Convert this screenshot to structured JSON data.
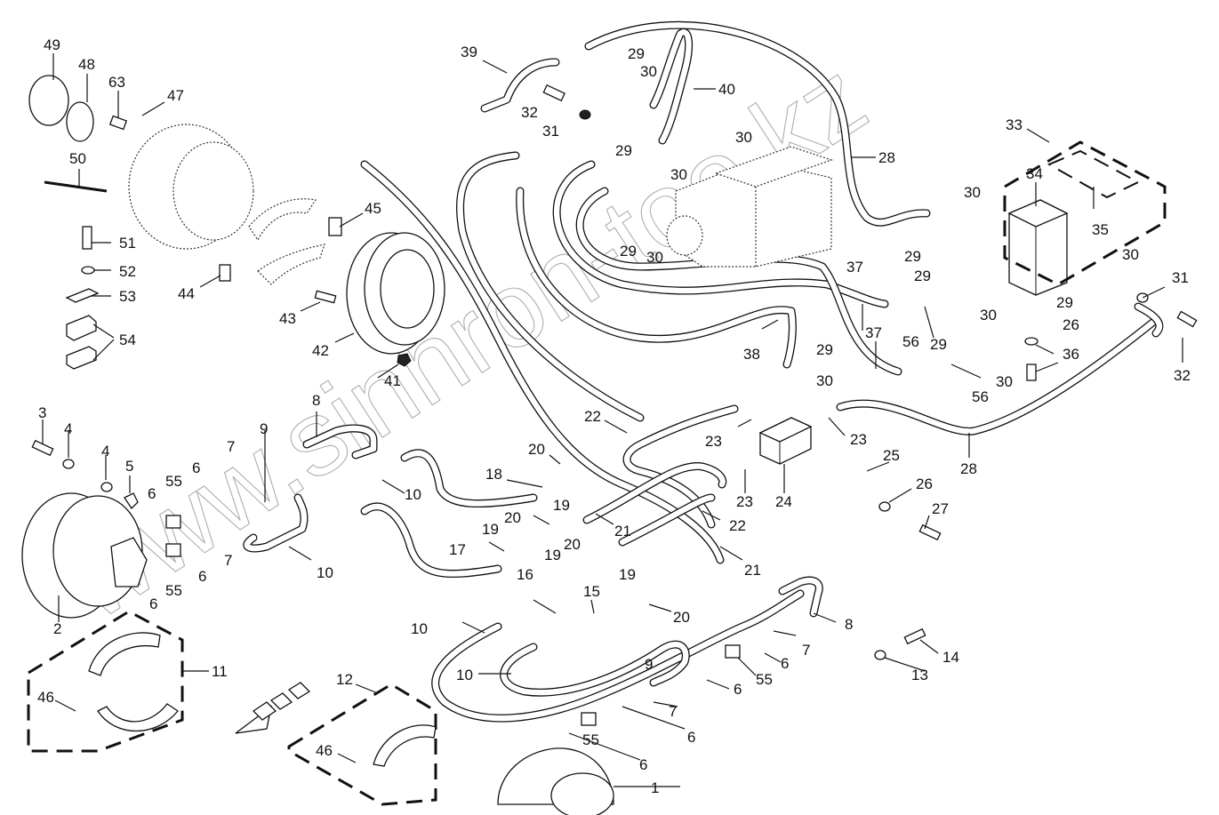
{
  "diagram": {
    "title": "Hydraulic travel motor and brake piping – exploded parts view",
    "watermark": "www.sinhron-too.kz",
    "direction_arrow": "forward-direction-arrow",
    "callouts": [
      {
        "id": "c49",
        "label": "49",
        "part": "cover"
      },
      {
        "id": "c48",
        "label": "48",
        "part": "o-ring"
      },
      {
        "id": "c63",
        "label": "63",
        "part": "pin"
      },
      {
        "id": "c47",
        "label": "47",
        "part": "plug"
      },
      {
        "id": "c50",
        "label": "50",
        "part": "shaft"
      },
      {
        "id": "c51",
        "label": "51",
        "part": "bolt"
      },
      {
        "id": "c52",
        "label": "52",
        "part": "washer"
      },
      {
        "id": "c53",
        "label": "53",
        "part": "plate"
      },
      {
        "id": "c54",
        "label": "54",
        "part": "clamp"
      },
      {
        "id": "c45",
        "label": "45",
        "part": "valve"
      },
      {
        "id": "c44",
        "label": "44",
        "part": "valve"
      },
      {
        "id": "c43",
        "label": "43",
        "part": "bolt"
      },
      {
        "id": "c42",
        "label": "42",
        "part": "brake drum"
      },
      {
        "id": "c41",
        "label": "41",
        "part": "nut"
      },
      {
        "id": "c39",
        "label": "39",
        "part": "pipe"
      },
      {
        "id": "c40",
        "label": "40",
        "part": "pipe"
      },
      {
        "id": "c32a",
        "label": "32",
        "part": "bolt"
      },
      {
        "id": "c31a",
        "label": "31",
        "part": "washer"
      },
      {
        "id": "c29a",
        "label": "29",
        "part": "flange half"
      },
      {
        "id": "c30a",
        "label": "30",
        "part": "o-ring"
      },
      {
        "id": "c30b",
        "label": "30",
        "part": "o-ring"
      },
      {
        "id": "c29b",
        "label": "29",
        "part": "flange half"
      },
      {
        "id": "c30c",
        "label": "30",
        "part": "o-ring"
      },
      {
        "id": "c29c",
        "label": "29",
        "part": "flange half"
      },
      {
        "id": "c30d",
        "label": "30",
        "part": "o-ring"
      },
      {
        "id": "c28a",
        "label": "28",
        "part": "hose"
      },
      {
        "id": "c33",
        "label": "33",
        "part": "valve block assy"
      },
      {
        "id": "c34",
        "label": "34",
        "part": "valve block"
      },
      {
        "id": "c35",
        "label": "35",
        "part": "cartridge"
      },
      {
        "id": "c30e",
        "label": "30",
        "part": "o-ring"
      },
      {
        "id": "c29d",
        "label": "29",
        "part": "flange half"
      },
      {
        "id": "c29e",
        "label": "29",
        "part": "flange half"
      },
      {
        "id": "c30f",
        "label": "30",
        "part": "o-ring"
      },
      {
        "id": "c30g",
        "label": "30",
        "part": "o-ring"
      },
      {
        "id": "c31b",
        "label": "31",
        "part": "washer"
      },
      {
        "id": "c29f",
        "label": "29",
        "part": "flange half"
      },
      {
        "id": "c37a",
        "label": "37",
        "part": "hose"
      },
      {
        "id": "c56a",
        "label": "56",
        "part": "elbow"
      },
      {
        "id": "c26a",
        "label": "26",
        "part": "washer"
      },
      {
        "id": "c32b",
        "label": "32",
        "part": "bolt"
      },
      {
        "id": "c37b",
        "label": "37",
        "part": "hose"
      },
      {
        "id": "c29g",
        "label": "29",
        "part": "flange half"
      },
      {
        "id": "c36",
        "label": "36",
        "part": "bolt"
      },
      {
        "id": "c30h",
        "label": "30",
        "part": "o-ring"
      },
      {
        "id": "c56b",
        "label": "56",
        "part": "elbow"
      },
      {
        "id": "c38",
        "label": "38",
        "part": "hose"
      },
      {
        "id": "c29h",
        "label": "29",
        "part": "flange half"
      },
      {
        "id": "c30i",
        "label": "30",
        "part": "o-ring"
      },
      {
        "id": "c3",
        "label": "3",
        "part": "bolt"
      },
      {
        "id": "c4a",
        "label": "4",
        "part": "washer"
      },
      {
        "id": "c4b",
        "label": "4",
        "part": "washer"
      },
      {
        "id": "c5",
        "label": "5",
        "part": "nut"
      },
      {
        "id": "c8a",
        "label": "8",
        "part": "pipe"
      },
      {
        "id": "c9a",
        "label": "9",
        "part": "pipe"
      },
      {
        "id": "c7a",
        "label": "7",
        "part": "flange half"
      },
      {
        "id": "c6a",
        "label": "6",
        "part": "o-ring"
      },
      {
        "id": "c55a",
        "label": "55",
        "part": "adapter"
      },
      {
        "id": "c6b",
        "label": "6",
        "part": "o-ring"
      },
      {
        "id": "c7b",
        "label": "7",
        "part": "flange half"
      },
      {
        "id": "c6c",
        "label": "6",
        "part": "o-ring"
      },
      {
        "id": "c55b",
        "label": "55",
        "part": "adapter"
      },
      {
        "id": "c6d",
        "label": "6",
        "part": "o-ring"
      },
      {
        "id": "c10a",
        "label": "10",
        "part": "hose"
      },
      {
        "id": "c10b",
        "label": "10",
        "part": "hose"
      },
      {
        "id": "c2",
        "label": "2",
        "part": "travel motor"
      },
      {
        "id": "c22a",
        "label": "22",
        "part": "hose"
      },
      {
        "id": "c18",
        "label": "18",
        "part": "pipe"
      },
      {
        "id": "c20a",
        "label": "20",
        "part": "nut"
      },
      {
        "id": "c19a",
        "label": "19",
        "part": "washer"
      },
      {
        "id": "c23a",
        "label": "23",
        "part": "adapter"
      },
      {
        "id": "c23b",
        "label": "23",
        "part": "adapter"
      },
      {
        "id": "c23c",
        "label": "23",
        "part": "adapter"
      },
      {
        "id": "c24",
        "label": "24",
        "part": "manifold block"
      },
      {
        "id": "c25",
        "label": "25",
        "part": "plug"
      },
      {
        "id": "c26b",
        "label": "26",
        "part": "washer"
      },
      {
        "id": "c27",
        "label": "27",
        "part": "bolt"
      },
      {
        "id": "c28b",
        "label": "28",
        "part": "hose"
      },
      {
        "id": "c22b",
        "label": "22",
        "part": "hose"
      },
      {
        "id": "c21a",
        "label": "21",
        "part": "hose"
      },
      {
        "id": "c21b",
        "label": "21",
        "part": "hose"
      },
      {
        "id": "c20b",
        "label": "20",
        "part": "nut"
      },
      {
        "id": "c19b",
        "label": "19",
        "part": "washer"
      },
      {
        "id": "c17",
        "label": "17",
        "part": "pipe"
      },
      {
        "id": "c20c",
        "label": "20",
        "part": "nut"
      },
      {
        "id": "c19c",
        "label": "19",
        "part": "washer"
      },
      {
        "id": "c19d",
        "label": "19",
        "part": "washer"
      },
      {
        "id": "c16",
        "label": "16",
        "part": "pipe"
      },
      {
        "id": "c15",
        "label": "15",
        "part": "pipe"
      },
      {
        "id": "c20d",
        "label": "20",
        "part": "nut"
      },
      {
        "id": "c8b",
        "label": "8",
        "part": "pipe"
      },
      {
        "id": "c14",
        "label": "14",
        "part": "bolt"
      },
      {
        "id": "c13",
        "label": "13",
        "part": "washer"
      },
      {
        "id": "c7c",
        "label": "7",
        "part": "flange half"
      },
      {
        "id": "c6e",
        "label": "6",
        "part": "o-ring"
      },
      {
        "id": "c55c",
        "label": "55",
        "part": "adapter"
      },
      {
        "id": "c6f",
        "label": "6",
        "part": "o-ring"
      },
      {
        "id": "c10c",
        "label": "10",
        "part": "hose"
      },
      {
        "id": "c10d",
        "label": "10",
        "part": "hose"
      },
      {
        "id": "c9b",
        "label": "9",
        "part": "pipe"
      },
      {
        "id": "c7d",
        "label": "7",
        "part": "flange half"
      },
      {
        "id": "c55d",
        "label": "55",
        "part": "adapter"
      },
      {
        "id": "c6g",
        "label": "6",
        "part": "o-ring"
      },
      {
        "id": "c6h",
        "label": "6",
        "part": "o-ring"
      },
      {
        "id": "c1",
        "label": "1",
        "part": "travel motor"
      },
      {
        "id": "c11",
        "label": "11",
        "part": "brake shoe kit"
      },
      {
        "id": "c46a",
        "label": "46",
        "part": "spring"
      },
      {
        "id": "c12",
        "label": "12",
        "part": "brake shoe kit"
      },
      {
        "id": "c46b",
        "label": "46",
        "part": "spring"
      }
    ]
  }
}
